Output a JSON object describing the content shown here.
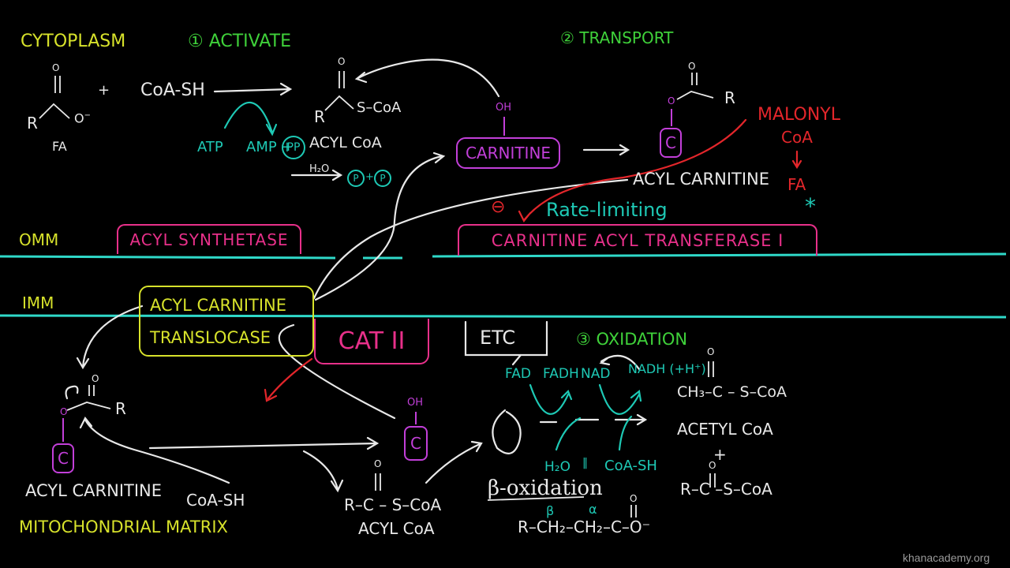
{
  "labels": {
    "cytoplasm": "CYTOPLASM",
    "activate": "① ACTIVATE",
    "transport": "② TRANSPORT",
    "omm": "OMM",
    "imm": "IMM",
    "mito_matrix": "MITOCHONDRIAL MATRIX",
    "fa": "FA",
    "coash_top": "CoA-SH",
    "plus": "+",
    "atp": "ATP",
    "amp": "AMP +",
    "pp": "PP",
    "acyl_coa_top": "ACYL CoA",
    "h2o_top": "H₂O",
    "p1": "P",
    "p2": "P",
    "oh_carn": "OH",
    "carnitine": "CARNITINE",
    "c_top": "C",
    "malonyl": "MALONYL",
    "malonyl_coa": "CoA",
    "fa_red": "FA",
    "acyl_carnitine_top": "ACYL CARNITINE",
    "minus": "⊖",
    "rate_limiting": "Rate-limiting",
    "star": "*",
    "acyl_synthetase": "ACYL SYNTHETASE",
    "cat1": "CARNITINE ACYL TRANSFERASE I",
    "translocase_1": "ACYL CARNITINE",
    "translocase_2": "TRANSLOCASE",
    "cat2": "CAT II",
    "etc": "ETC",
    "oxidation": "③ OXIDATION",
    "fad": "FAD",
    "fadh": "FADH",
    "nad": "NAD",
    "nadh": "NADH (+H⁺)",
    "h2o_bottom": "H₂O",
    "coash_bottom": "CoA-SH",
    "acetyl_coa": "ACETYL CoA",
    "plus2": "+",
    "acyl_carnitine_bottom": "ACYL CARNITINE",
    "coash_left": "CoA-SH",
    "acyl_coa_bottom": "ACYL CoA",
    "beta_oxidation": "β-oxidation",
    "beta": "β",
    "alpha": "α",
    "oh_bottom": "OH",
    "c_bottom": "C",
    "c_left": "C",
    "watermark": "khanacademy.org"
  },
  "formulas": {
    "fa_acid": "R–C(=O)–O⁻",
    "acyl_coa_struct": "R–C(=O)–S–CoA",
    "acyl_coa_bottom_line": "R–C – S–CoA",
    "acetyl_line": "CH₃–C – S–CoA",
    "bottom_right_line": "R–C –S–CoA",
    "beta_chain": "R–CH₂–CH₂–C–O⁻",
    "o_symbol": "O",
    "r_symbol": "R",
    "s_coa": "S–CoA",
    "dbl": "‖"
  },
  "colors": {
    "background": "#000000",
    "membrane": "#2fd9c9",
    "white": "#e8e8e8",
    "yellow": "#d7e22b",
    "green": "#3fd13a",
    "teal": "#1ec9b5",
    "pink": "#e8308a",
    "purple": "#c23fd9",
    "red": "#e3262b"
  }
}
